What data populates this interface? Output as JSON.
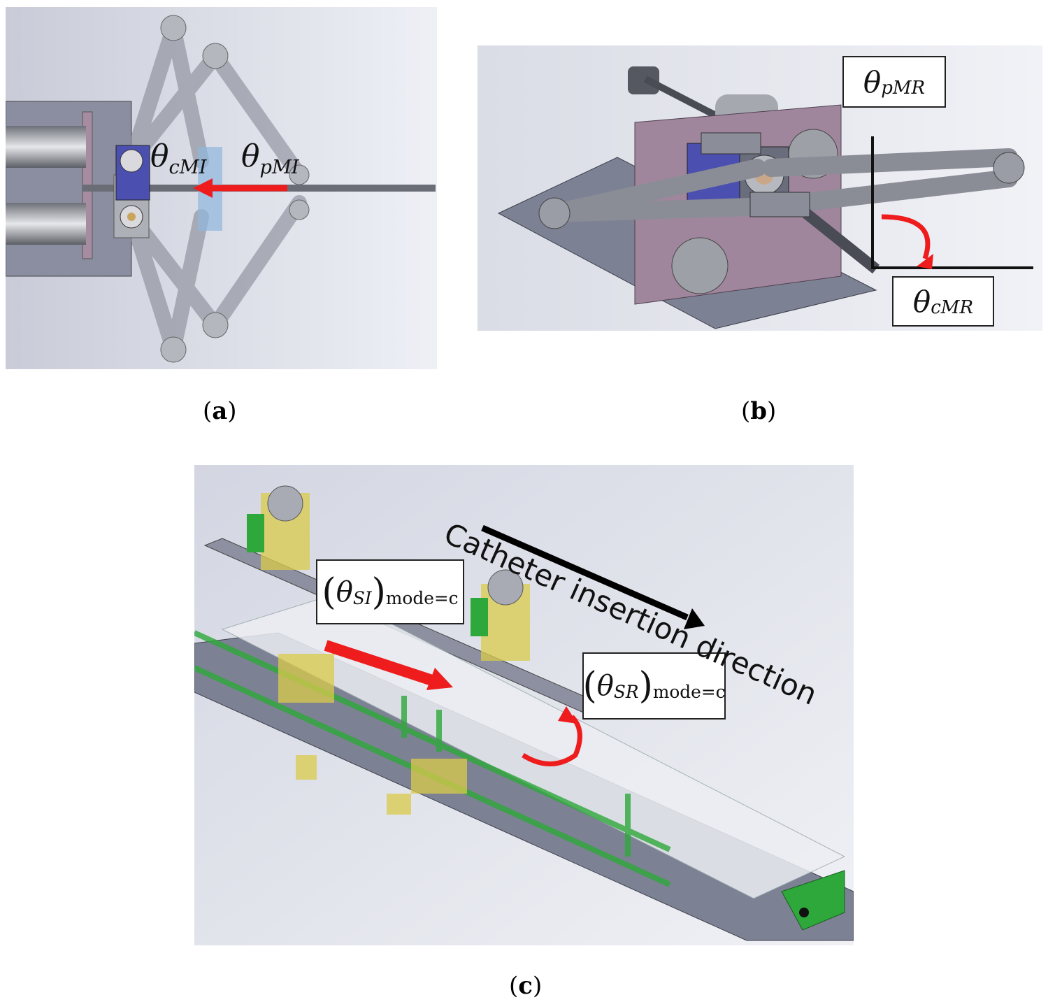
{
  "panels": {
    "a": {
      "caption_letter": "a",
      "labels": {
        "cMI": {
          "symbol": "θ",
          "subscript": "cMI"
        },
        "pMI": {
          "symbol": "θ",
          "subscript": "pMI"
        }
      }
    },
    "b": {
      "caption_letter": "b",
      "labels": {
        "pMR": {
          "symbol": "θ",
          "subscript": "pMR"
        },
        "cMR": {
          "symbol": "θ",
          "subscript": "cMR"
        }
      }
    },
    "c": {
      "caption_letter": "c",
      "annotation": "Catheter insertion direction",
      "labels": {
        "SI": {
          "symbol": "θ",
          "subscript": "SI",
          "mode": "mode=c"
        },
        "SR": {
          "symbol": "θ",
          "subscript": "SR",
          "mode": "mode=c"
        }
      }
    }
  },
  "colors": {
    "arrow_red": "#ee1c1c",
    "frame_gray": "#7d8194",
    "motor_blue": "#4a4fb0",
    "plate_pink": "#a0869c",
    "bracket_green": "#2ea83a",
    "part_yellow": "#d9cb4a"
  }
}
